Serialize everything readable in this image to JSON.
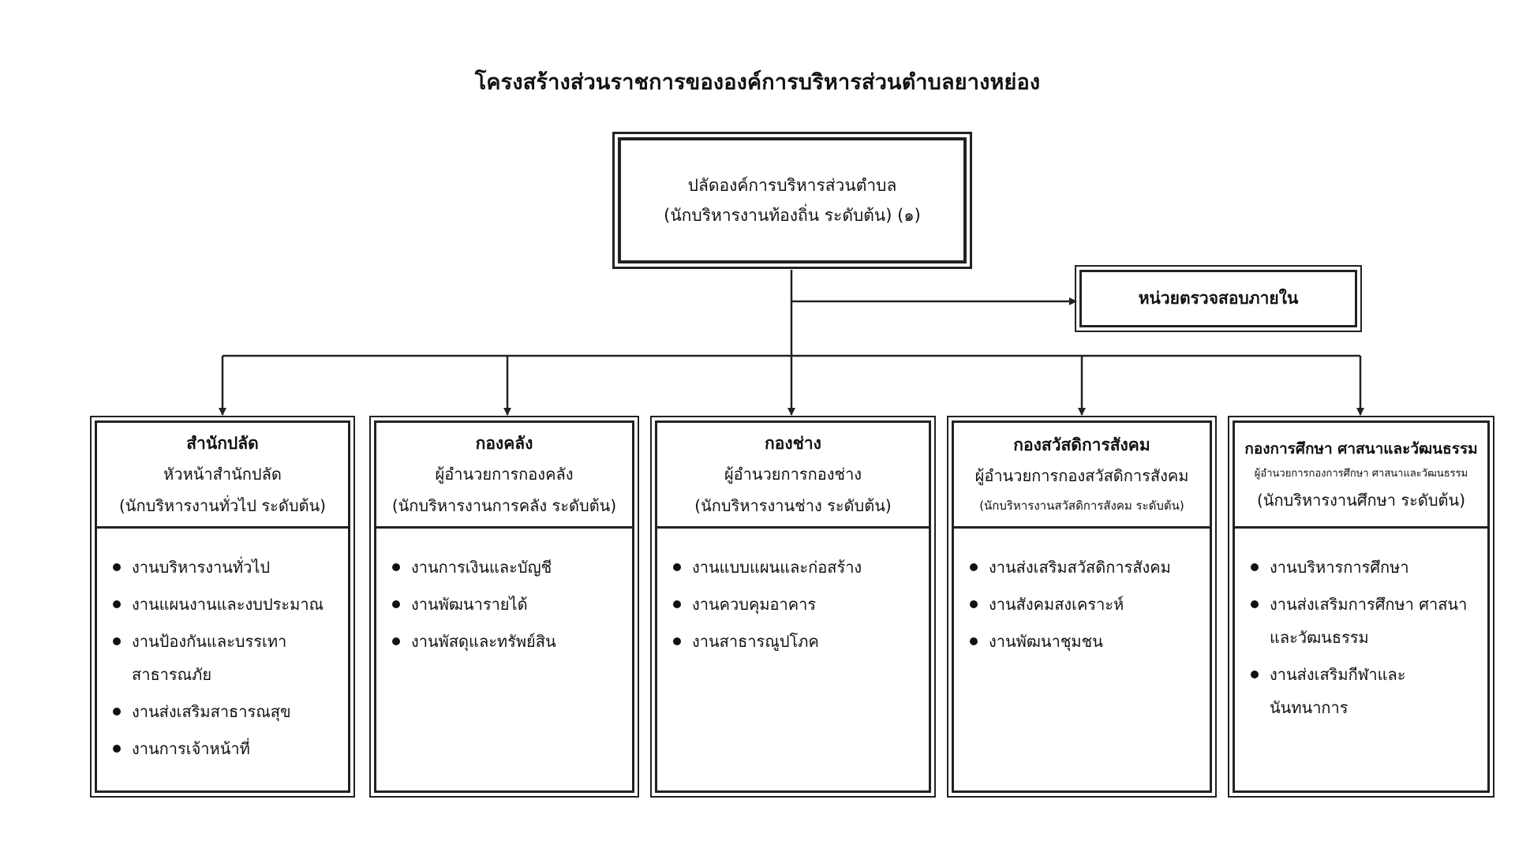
{
  "title": "โครงสร้างส่วนราชการขององค์การบริหารส่วนตำบลยางหย่อง",
  "top": {
    "line1": "ปลัดองค์การบริหารส่วนตำบล",
    "line2": "(นักบริหารงานท้องถิ่น ระดับต้น) (๑)"
  },
  "audit": {
    "label": "หน่วยตรวจสอบภายใน"
  },
  "departments": [
    {
      "name": "สำนักปลัด",
      "head": "หัวหน้าสำนักปลัด",
      "level": "(นักบริหารงานทั่วไป ระดับต้น)",
      "tasks": [
        "งานบริหารงานทั่วไป",
        "งานแผนงานและงบประมาณ",
        "งานป้องกันและบรรเทาสาธารณภัย",
        "งานส่งเสริมสาธารณสุข",
        "งานการเจ้าหน้าที่"
      ]
    },
    {
      "name": "กองคลัง",
      "head": "ผู้อำนวยการกองคลัง",
      "level": "(นักบริหารงานการคลัง ระดับต้น)",
      "tasks": [
        "งานการเงินและบัญชี",
        "งานพัฒนารายได้",
        "งานพัสดุและทรัพย์สิน"
      ]
    },
    {
      "name": "กองช่าง",
      "head": "ผู้อำนวยการกองช่าง",
      "level": "(นักบริหารงานช่าง ระดับต้น)",
      "tasks": [
        "งานแบบแผนและก่อสร้าง",
        "งานควบคุมอาคาร",
        "งานสาธารณูปโภค"
      ]
    },
    {
      "name": "กองสวัสดิการสังคม",
      "head": "ผู้อำนวยการกองสวัสดิการสังคม",
      "level": "(นักบริหารงานสวัสดิการสังคม ระดับต้น)",
      "tasks": [
        "งานส่งเสริมสวัสดิการสังคม",
        "งานสังคมสงเคราะห์",
        "งานพัฒนาชุมชน"
      ]
    },
    {
      "name": "กองการศึกษา ศาสนาและวัฒนธรรม",
      "head": "ผู้อำนวยการกองการศึกษา ศาสนาและวัฒนธรรม",
      "level": "(นักบริหารงานศึกษา ระดับต้น)",
      "tasks": [
        "งานบริหารการศึกษา",
        "งานส่งเสริมการศึกษา ศาสนาและวัฒนธรรม",
        "งานส่งเสริมกีฬาและนันทนาการ"
      ]
    }
  ]
}
